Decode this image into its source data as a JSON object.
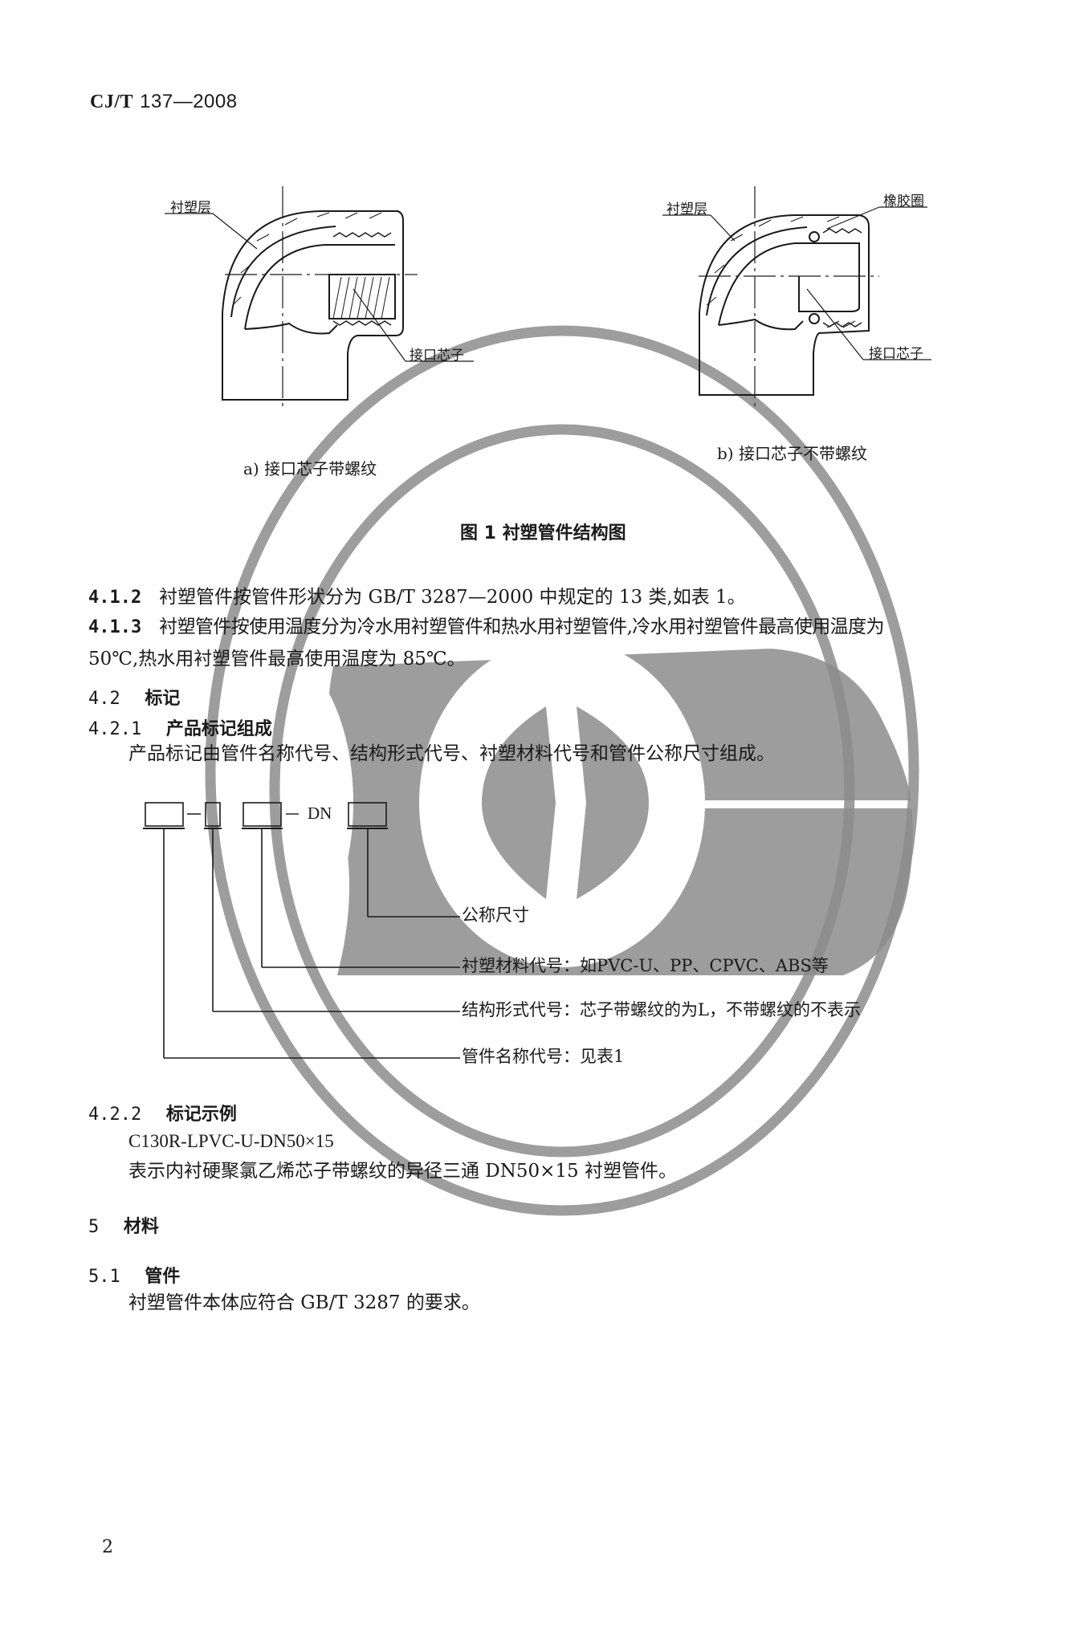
{
  "header": {
    "standard_code": "CJ/T",
    "standard_number": "137—2008"
  },
  "figure1": {
    "diagram_a": {
      "label_lining": "衬塑层",
      "label_core": "接口芯子",
      "caption": "a) 接口芯子带螺纹"
    },
    "diagram_b": {
      "label_lining": "衬塑层",
      "label_rubber_ring": "橡胶圈",
      "label_core": "接口芯子",
      "caption": "b) 接口芯子不带螺纹"
    },
    "title": "图 1   衬塑管件结构图"
  },
  "sections": {
    "s4_1_2": {
      "number": "4.1.2",
      "text": "衬塑管件按管件形状分为 GB/T 3287—2000 中规定的 13 类,如表 1。"
    },
    "s4_1_3": {
      "number": "4.1.3",
      "text_line1": "衬塑管件按使用温度分为冷水用衬塑管件和热水用衬塑管件,冷水用衬塑管件最高使用温度为",
      "text_line2": "50℃,热水用衬塑管件最高使用温度为 85℃。"
    },
    "s4_2": {
      "number": "4.2",
      "title": "标记"
    },
    "s4_2_1": {
      "number": "4.2.1",
      "title": "产品标记组成",
      "text": "产品标记由管件名称代号、结构形式代号、衬塑材料代号和管件公称尺寸组成。"
    },
    "s4_2_2": {
      "number": "4.2.2",
      "title": "标记示例",
      "example_code": "C130R-LPVC-U-DN50×15",
      "example_desc": "表示内衬硬聚氯乙烯芯子带螺纹的异径三通 DN50×15 衬塑管件。"
    },
    "s5": {
      "number": "5",
      "title": "材料"
    },
    "s5_1": {
      "number": "5.1",
      "title": "管件",
      "text": "衬塑管件本体应符合 GB/T 3287 的要求。"
    }
  },
  "marking_diagram": {
    "dash1": "—",
    "dash2": "—",
    "dn_label": "DN",
    "labels": [
      "公称尺寸",
      "衬塑材料代号：如PVC-U、PP、CPVC、ABS等",
      "结构形式代号：芯子带螺纹的为L，不带螺纹的不表示",
      "管件名称代号：见表1"
    ]
  },
  "footer": {
    "page_number": "2"
  },
  "colors": {
    "text": "#1a1a1a",
    "watermark_gray": "#8c8c8c",
    "background": "#ffffff"
  }
}
